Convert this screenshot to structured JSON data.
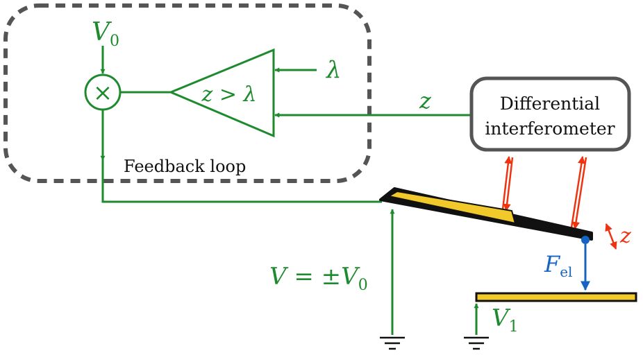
{
  "labels": {
    "v0": "V",
    "v0_sub": "0",
    "multiply": "×",
    "comparator": "z > λ",
    "lambda": "λ",
    "z_signal": "z",
    "interferometer_line1": "Differential",
    "interferometer_line2": "interferometer",
    "feedback_loop": "Feedback loop",
    "voltage_main": "V = ±V",
    "voltage_main_sub": "0",
    "z_motion": "z",
    "force": "F",
    "force_sub": "el",
    "v1": "V",
    "v1_sub": "1"
  },
  "colors": {
    "signal": "#1e8a2e",
    "laser": "#ee3311",
    "force": "#1565c0",
    "gold": "#f2c92a",
    "outline": "#111111",
    "loop_border": "#555555",
    "box_border": "#555555"
  }
}
